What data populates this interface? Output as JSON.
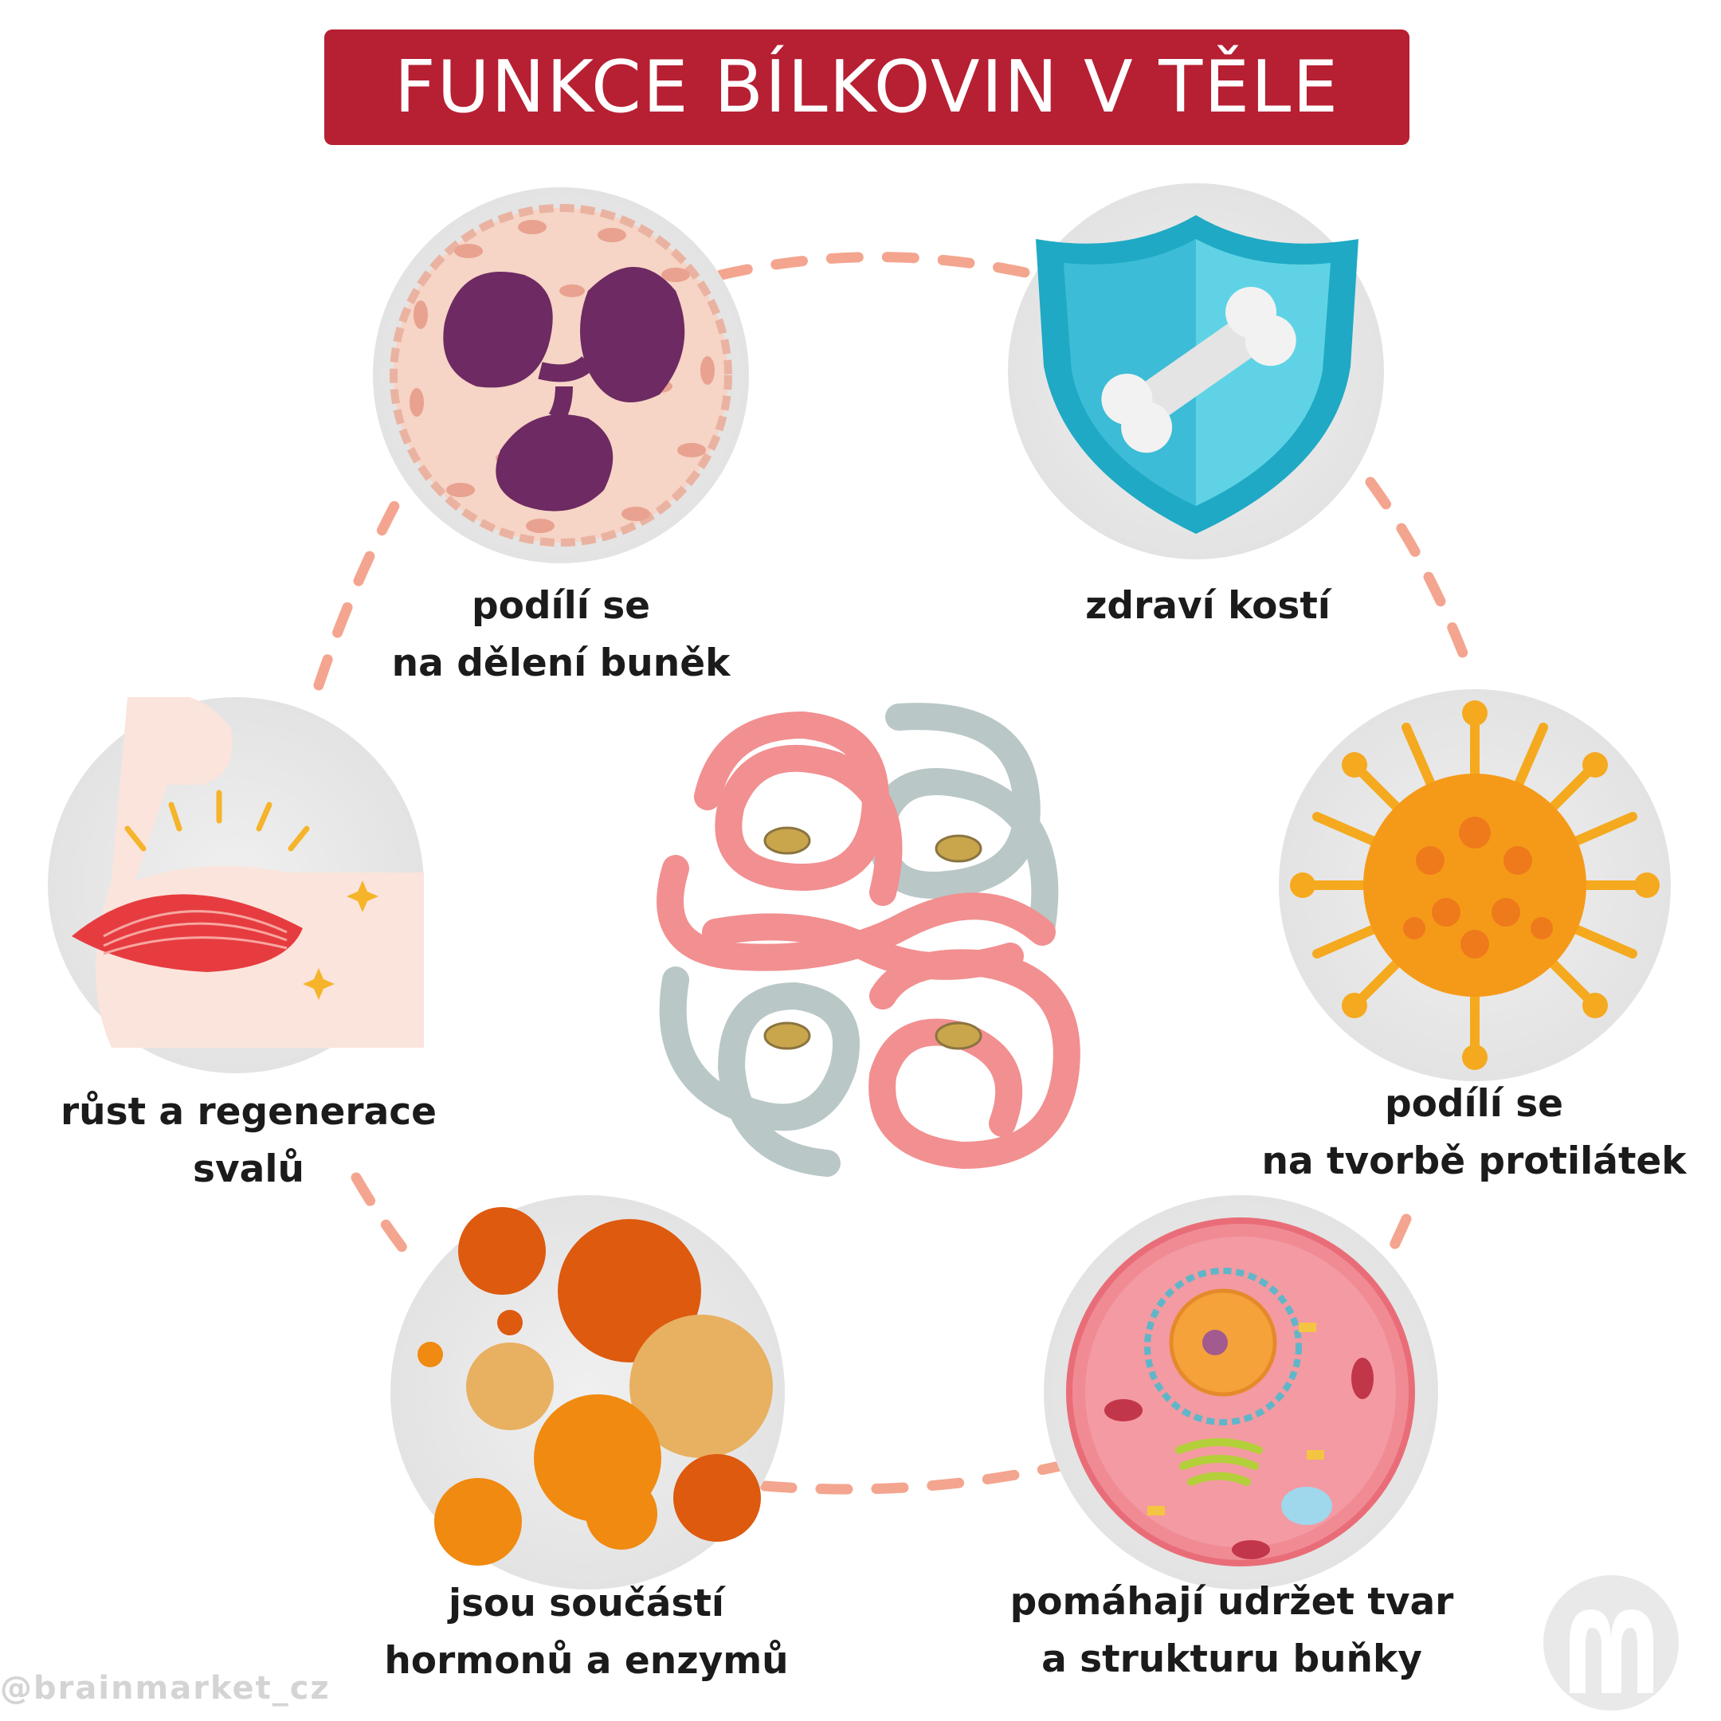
{
  "title": "FUNKCE BÍLKOVIN V TĚLE",
  "watermark": "@brainmarket_cz",
  "colors": {
    "banner": "#b71f33",
    "dash": "#f4a58f",
    "bubble": "#e6e6e6",
    "text": "#1b1b1b"
  },
  "center_icon": "protein-molecule-icon",
  "functions": [
    {
      "icon": "cell-division-icon",
      "lines": [
        "podílí se",
        "na dělení buněk"
      ]
    },
    {
      "icon": "bone-shield-icon",
      "lines": [
        "zdraví kostí"
      ]
    },
    {
      "icon": "muscle-arm-icon",
      "lines": [
        "růst a regenerace",
        "svalů"
      ]
    },
    {
      "icon": "virus-antibody-icon",
      "lines": [
        "podílí se",
        "na tvorbě protilátek"
      ]
    },
    {
      "icon": "hormone-enzyme-blobs-icon",
      "lines": [
        "jsou součástí",
        "hormonů a enzymů"
      ]
    },
    {
      "icon": "cell-structure-icon",
      "lines": [
        "pomáhají udržet tvar",
        "a strukturu buňky"
      ]
    }
  ],
  "logo_icon": "brainmarket-logo-icon"
}
